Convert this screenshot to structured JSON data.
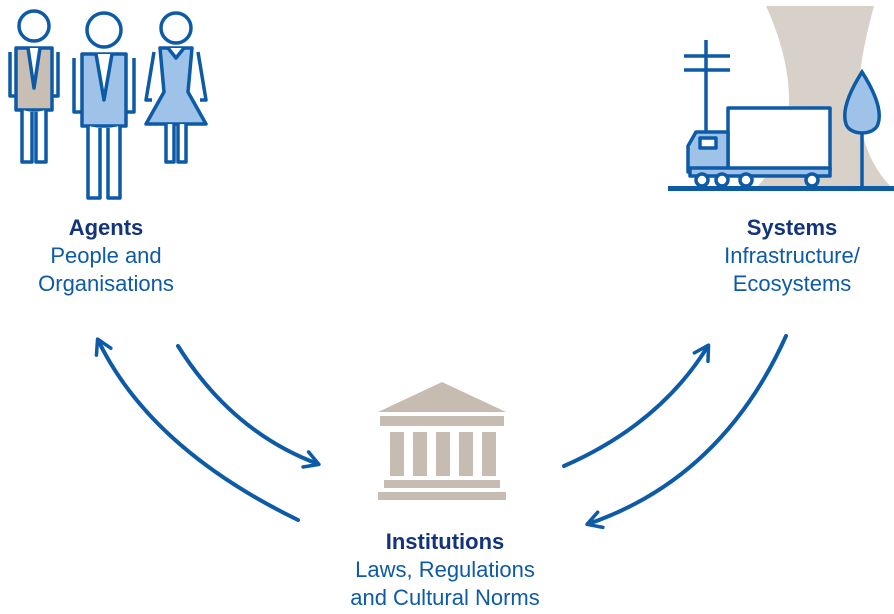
{
  "colors": {
    "accent_blue": "#0d5aa7",
    "title_navy": "#13337a",
    "fill_light_blue": "#9ec2e8",
    "fill_grey": "#c8beb4",
    "building_grey": "#c6bcb1"
  },
  "nodes": {
    "agents": {
      "title": "Agents",
      "lines": [
        "People and",
        "Organisations"
      ],
      "icon": "people-icon"
    },
    "systems": {
      "title": "Systems",
      "lines": [
        "Infrastructure/",
        "Ecosystems"
      ],
      "icon": "infrastructure-icon"
    },
    "institutions": {
      "title": "Institutions",
      "lines": [
        "Laws, Regulations",
        "and Cultural Norms"
      ],
      "icon": "institution-building-icon"
    }
  },
  "arrows": [
    {
      "from": "agents",
      "to": "institutions"
    },
    {
      "from": "institutions",
      "to": "agents"
    },
    {
      "from": "institutions",
      "to": "systems"
    },
    {
      "from": "systems",
      "to": "institutions"
    }
  ]
}
